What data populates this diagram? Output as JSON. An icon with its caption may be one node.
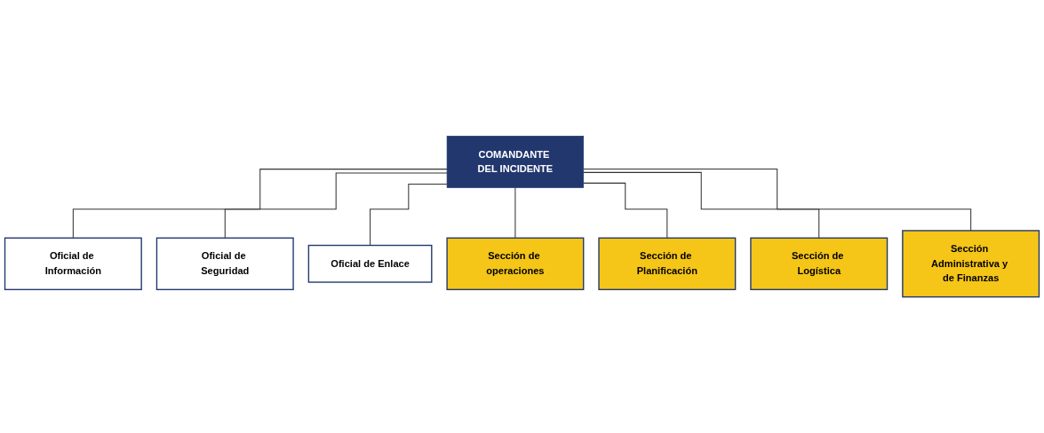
{
  "diagram": {
    "nodes": [
      {
        "text": [
          "COMANDANTE DEL INCIDENTE"
        ]
      },
      {
        "text": [
          "Oficial de Información"
        ]
      },
      {
        "text": [
          "Oficial de Seguridad"
        ]
      },
      {
        "text": [
          "Oficial de Enlace"
        ]
      },
      {
        "text": [
          "Sección de operaciones"
        ]
      },
      {
        "text": [
          "Sección de Planificación"
        ]
      },
      {
        "text": [
          "Sección de Logística"
        ]
      },
      {
        "text": [
          "Sección Administrativa y de Finanzas"
        ]
      }
    ],
    "edges": [
      {
        "from": 0,
        "to": 1,
        "arrow": "none"
      },
      {
        "from": 0,
        "to": 2,
        "arrow": "none"
      },
      {
        "from": 0,
        "to": 3,
        "arrow": "none"
      },
      {
        "from": 0,
        "to": 4,
        "arrow": "none"
      },
      {
        "from": 0,
        "to": 5,
        "arrow": "none"
      },
      {
        "from": 0,
        "to": 6,
        "arrow": "none"
      },
      {
        "from": 0,
        "to": 7,
        "arrow": "none"
      }
    ]
  }
}
